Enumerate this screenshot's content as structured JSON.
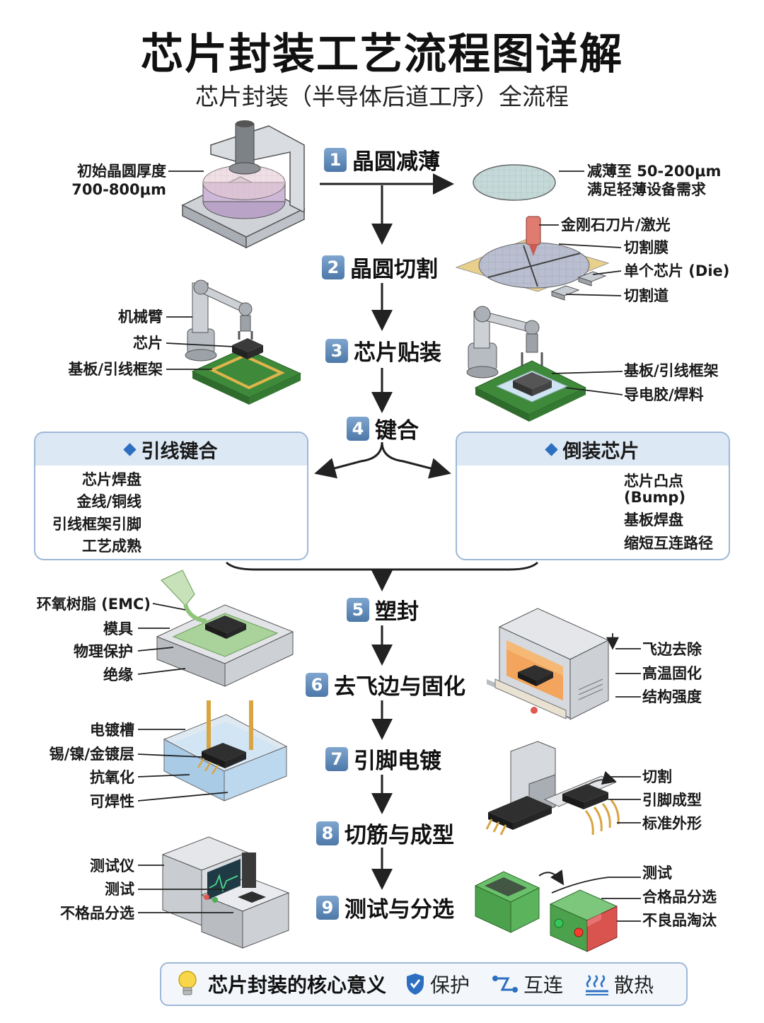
{
  "title": "芯片封装工艺流程图详解",
  "subtitle": "芯片封装（半导体后道工序）全流程",
  "steps": [
    {
      "num": "1",
      "label": "晶圆减薄"
    },
    {
      "num": "2",
      "label": "晶圆切割"
    },
    {
      "num": "3",
      "label": "芯片贴装"
    },
    {
      "num": "4",
      "label": "键合"
    },
    {
      "num": "5",
      "label": "塑封"
    },
    {
      "num": "6",
      "label": "去飞边与固化"
    },
    {
      "num": "7",
      "label": "引脚电镀"
    },
    {
      "num": "8",
      "label": "切筋与成型"
    },
    {
      "num": "9",
      "label": "测试与分选"
    }
  ],
  "thinning": {
    "left": [
      "初始晶圆厚度",
      "700-800μm"
    ],
    "right": [
      "减薄至 50-200μm",
      "满足轻薄设备需求"
    ]
  },
  "dicing": {
    "labels": [
      "金刚石刀片/激光",
      "切割膜",
      "单个芯片 (Die)",
      "切割道"
    ]
  },
  "attach": {
    "left": [
      "机械臂",
      "芯片",
      "基板/引线框架"
    ],
    "right": [
      "基板/引线框架",
      "导电胶/焊料"
    ]
  },
  "wire_bond": {
    "title": "引线键合",
    "labels": [
      "芯片焊盘",
      "金线/铜线",
      "引线框架引脚",
      "工艺成熟"
    ]
  },
  "flip_chip": {
    "title": "倒装芯片",
    "labels": [
      "芯片凸点",
      "(Bump)",
      "基板焊盘",
      "缩短互连路径"
    ]
  },
  "molding": {
    "labels": [
      "环氧树脂 (EMC)",
      "模具",
      "物理保护",
      "绝缘"
    ]
  },
  "deflash": {
    "labels": [
      "飞边去除",
      "高温固化",
      "结构强度"
    ]
  },
  "plating": {
    "labels": [
      "电镀槽",
      "锡/镍/金镀层",
      "抗氧化",
      "可焊性"
    ]
  },
  "trim": {
    "labels": [
      "切割",
      "引脚成型",
      "标准外形"
    ]
  },
  "test_left": {
    "labels": [
      "测试仪",
      "测试",
      "不格品分选"
    ]
  },
  "test_right": {
    "labels": [
      "测试",
      "合格品分选",
      "不良品淘汰"
    ]
  },
  "footer": {
    "main": "芯片封装的核心意义",
    "items": [
      "保护",
      "互连",
      "散热"
    ]
  },
  "colors": {
    "accent": "#4d78a8",
    "panel_border": "#9db8d6",
    "panel_head": "#dde8f5",
    "pcb": "#3f8a3a",
    "gold": "#d9a441"
  }
}
